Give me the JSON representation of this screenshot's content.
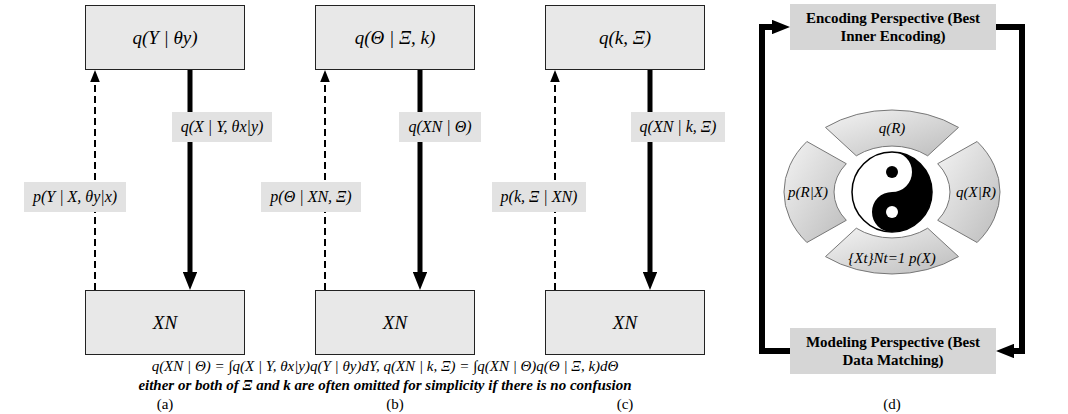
{
  "diagram": {
    "nodes": [
      {
        "text": [
          "q(Y | θy)"
        ]
      },
      {
        "text": [
          "XN"
        ]
      },
      {
        "text": [
          "q(Θ | Ξ, k)"
        ]
      },
      {
        "text": [
          "XN"
        ]
      },
      {
        "text": [
          "q(k, Ξ)"
        ]
      },
      {
        "text": [
          "XN"
        ]
      },
      {
        "text": [
          "Encoding Perspective (Best Inner Encoding)"
        ]
      },
      {
        "text": [
          "Modeling Perspective (Best Data Matching)"
        ]
      }
    ],
    "edges": [
      {
        "from": 1,
        "to": 0,
        "arrow": "to",
        "label": "p(Y | X, θy|x)"
      },
      {
        "from": 0,
        "to": 1,
        "arrow": "to",
        "label": "q(X | Y, θx|y)"
      },
      {
        "from": 3,
        "to": 2,
        "arrow": "to",
        "label": "p(Θ | XN, Ξ)"
      },
      {
        "from": 2,
        "to": 3,
        "arrow": "to",
        "label": "q(XN | Θ)"
      },
      {
        "from": 5,
        "to": 4,
        "arrow": "to",
        "label": "p(k, Ξ | XN)"
      },
      {
        "from": 4,
        "to": 5,
        "arrow": "to",
        "label": "q(XN | k, Ξ)"
      },
      {
        "from": 7,
        "to": 6,
        "arrow": "to"
      },
      {
        "from": 6,
        "to": 7,
        "arrow": "to"
      }
    ],
    "labels": [
      "q(XN | Θ) = ∫q(X | Y, θx|y)q(Y | θy)dY, q(XN | k, Ξ) = ∫q(XN | Θ)q(Θ | Ξ, k)dΘ",
      "either or both of Ξ and k are often omitted for simplicity if there is no confusion",
      "(a)",
      "(b)",
      "(c)",
      "(d)",
      "q(R)",
      "p(R|X)",
      "q(X|R)",
      "{Xt}Nt=1 p(X)"
    ]
  }
}
